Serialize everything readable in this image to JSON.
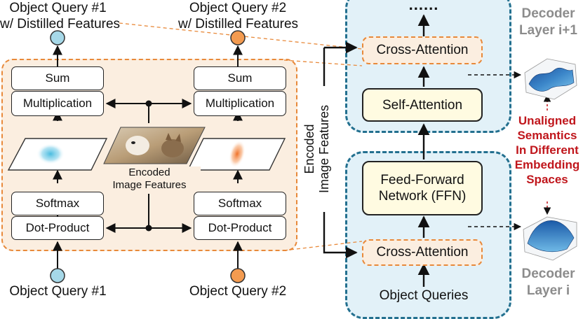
{
  "left_panel": {
    "top_left_title": "Object Query #1\nw/ Distilled Features",
    "top_right_title": "Object Query #2\nw/ Distilled Features",
    "sum_label": "Sum",
    "multiplication_label": "Multiplication",
    "softmax_label": "Softmax",
    "dot_product_label": "Dot-Product",
    "encoded_caption": "Encoded\nImage Features",
    "bottom_left_label": "Object Query #1",
    "bottom_right_label": "Object Query #2"
  },
  "decoder": {
    "ellipsis": "......",
    "cross_attention_label": "Cross-Attention",
    "self_attention_label": "Self-Attention",
    "ffn_label": "Feed-Forward\nNetwork (FFN)",
    "encoded_side_label": "Encoded\nImage Features",
    "object_queries_label": "Object Queries",
    "layer_top_label": "Decoder\nLayer i+1",
    "layer_bottom_label": "Decoder\nLayer i",
    "unaligned_label": "Unaligned\nSemantics\nIn Different\nEmbedding\nSpaces"
  },
  "colors": {
    "orange_accent": "#e8893a",
    "orange_fill": "#fbeee0",
    "teal_dash": "#23708f",
    "blue_fill": "#e2f1f8",
    "yellow_fill": "#fffbe1",
    "query1_node": "#a6d8e8",
    "query2_node": "#f39b50",
    "red_text": "#c0161c"
  }
}
